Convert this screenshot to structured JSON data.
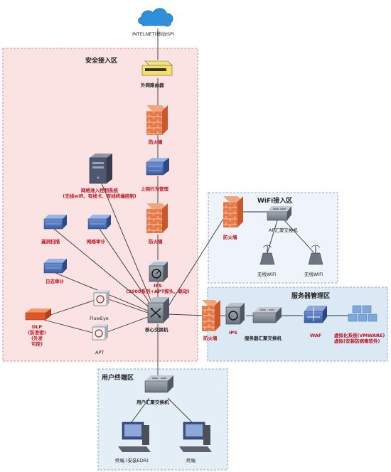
{
  "internet_label": "INTELNET(移动ISP)",
  "zones": {
    "secure": "安全接入区",
    "wifi": "WiFi接入区",
    "service": "服务器管理区",
    "user": "用户终端区"
  },
  "devices": {
    "outer_router": "外网路由器",
    "firewall_top": "防火墙",
    "behavior_mgmt": "上网行为管理",
    "net_access_lines": [
      "网络准入控制系统",
      "(无线wifi、有线卡、有线终端控制)"
    ],
    "vuln_scan": "漏洞扫描",
    "net_audit": "网络审计",
    "log_audit": "日志审计",
    "firewall_mid": "防火墙",
    "ips_top_lines": [
      "IPS",
      "(3000系列+APT探头、联动)"
    ],
    "flow_eye": "FlowEye",
    "apt": "APT",
    "dlp_lines": [
      "DLP",
      "(防泄密)",
      "(外发",
      "可控)"
    ],
    "core_switch": "核心交换机",
    "wifi_firewall": "防火墙",
    "ap_switch": "AP汇聚交换机",
    "wireless_ap_1": "无线WiFi",
    "wireless_ap_2": "无线WiFi",
    "service_firewall": "防火墙",
    "service_ips": "IPS",
    "server_agg_switch": "服务器汇聚交换机",
    "waf": "WAF",
    "virtualization_lines": [
      "虚拟化系统(VMWARE)",
      "虚拟(安装防病毒软件)"
    ],
    "user_agg_switch": "用户汇聚交换机",
    "terminal_1": "终端 (安装EDR)",
    "terminal_2": "终端"
  },
  "colors": {
    "secure_zone_fill": "#fbe3e3",
    "secure_zone_border": "#e08a8a",
    "wifi_zone_fill": "#eaf2f9",
    "blue_zone_border": "#8aa9c9",
    "service_zone_fill": "#dbe9f5",
    "user_zone_fill": "#e4eef7",
    "firewall": "#e67a4a",
    "device_blue": "#4a6fb5",
    "switch_gray": "#808a96",
    "red_text": "#c1121f",
    "cloud": "#2f8fd8"
  }
}
